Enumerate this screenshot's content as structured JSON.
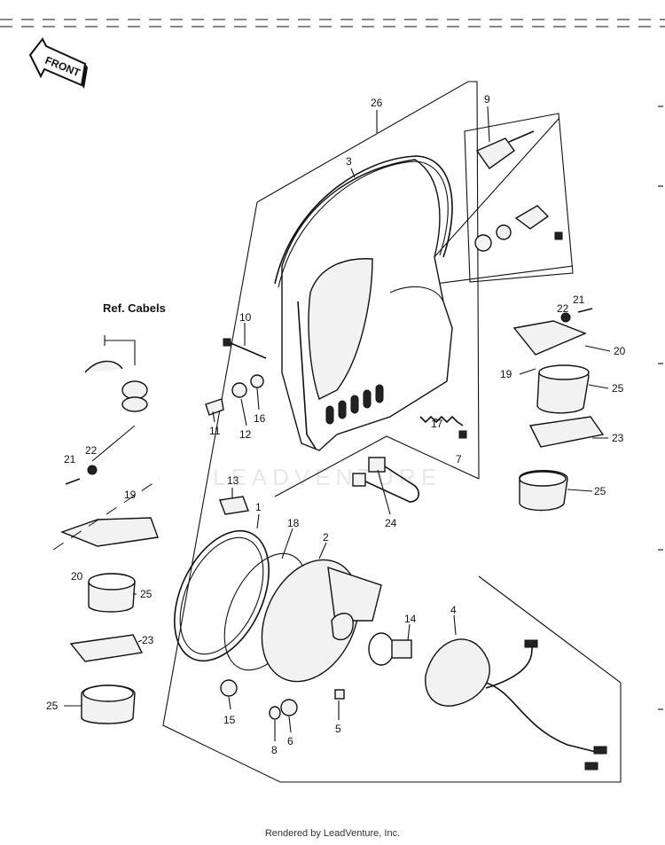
{
  "header": {
    "front_label": "FRONT"
  },
  "watermark": "LEADVENTURE",
  "reference_label": "Ref. Cabels",
  "callouts": [
    "26",
    "3",
    "9",
    "10",
    "21",
    "22",
    "20",
    "19",
    "25",
    "23",
    "25",
    "11",
    "12",
    "16",
    "17",
    "7",
    "24",
    "13",
    "1",
    "18",
    "2",
    "14",
    "4",
    "21",
    "22",
    "19",
    "20",
    "25",
    "23",
    "25",
    "15",
    "8",
    "6",
    "5"
  ],
  "footer": {
    "credit": "Rendered by LeadVenture, Inc."
  }
}
